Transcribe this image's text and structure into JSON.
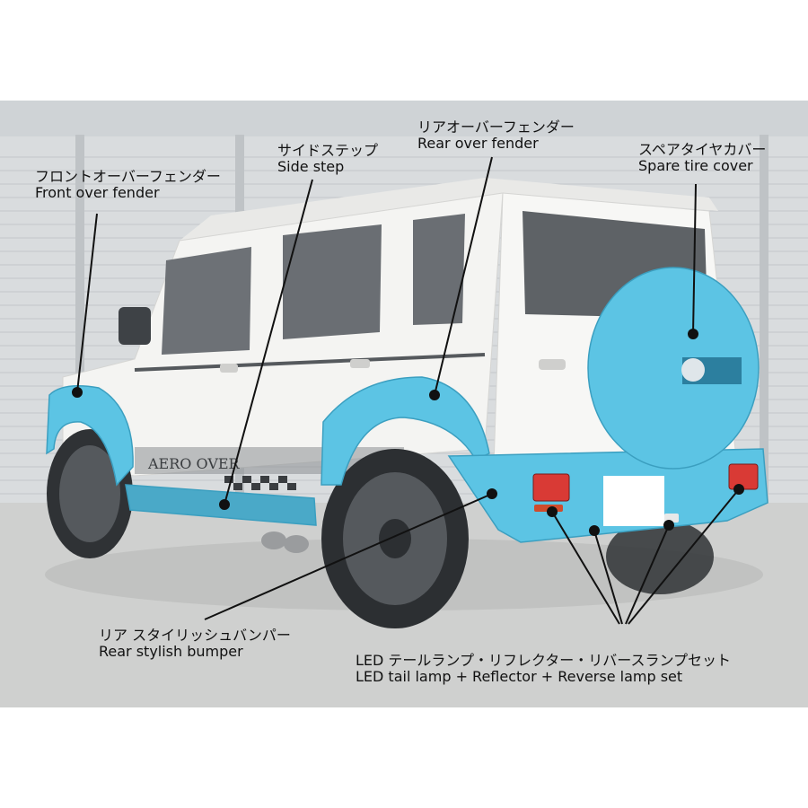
{
  "labels": {
    "front_fender": {
      "jp": "フロントオーバーフェンダー",
      "en": "Front over fender"
    },
    "side_step": {
      "jp": "サイドステップ",
      "en": "Side step"
    },
    "rear_fender": {
      "jp": "リアオーバーフェンダー",
      "en": "Rear over fender"
    },
    "spare_tire": {
      "jp": "スペアタイヤカバー",
      "en": "Spare tire cover"
    },
    "rear_bumper": {
      "jp": "リア スタイリッシュバンパー",
      "en": "Rear stylish bumper"
    },
    "led_set": {
      "jp": "LED テールランプ・リフレクター・リバースランプセット",
      "en": "LED tail lamp + Reflector + Reverse lamp set"
    }
  },
  "vehicle": {
    "side_decal_text": "AERO OVER",
    "accent_color": "#5cc4e4",
    "body_color": "#f4f4f2"
  }
}
